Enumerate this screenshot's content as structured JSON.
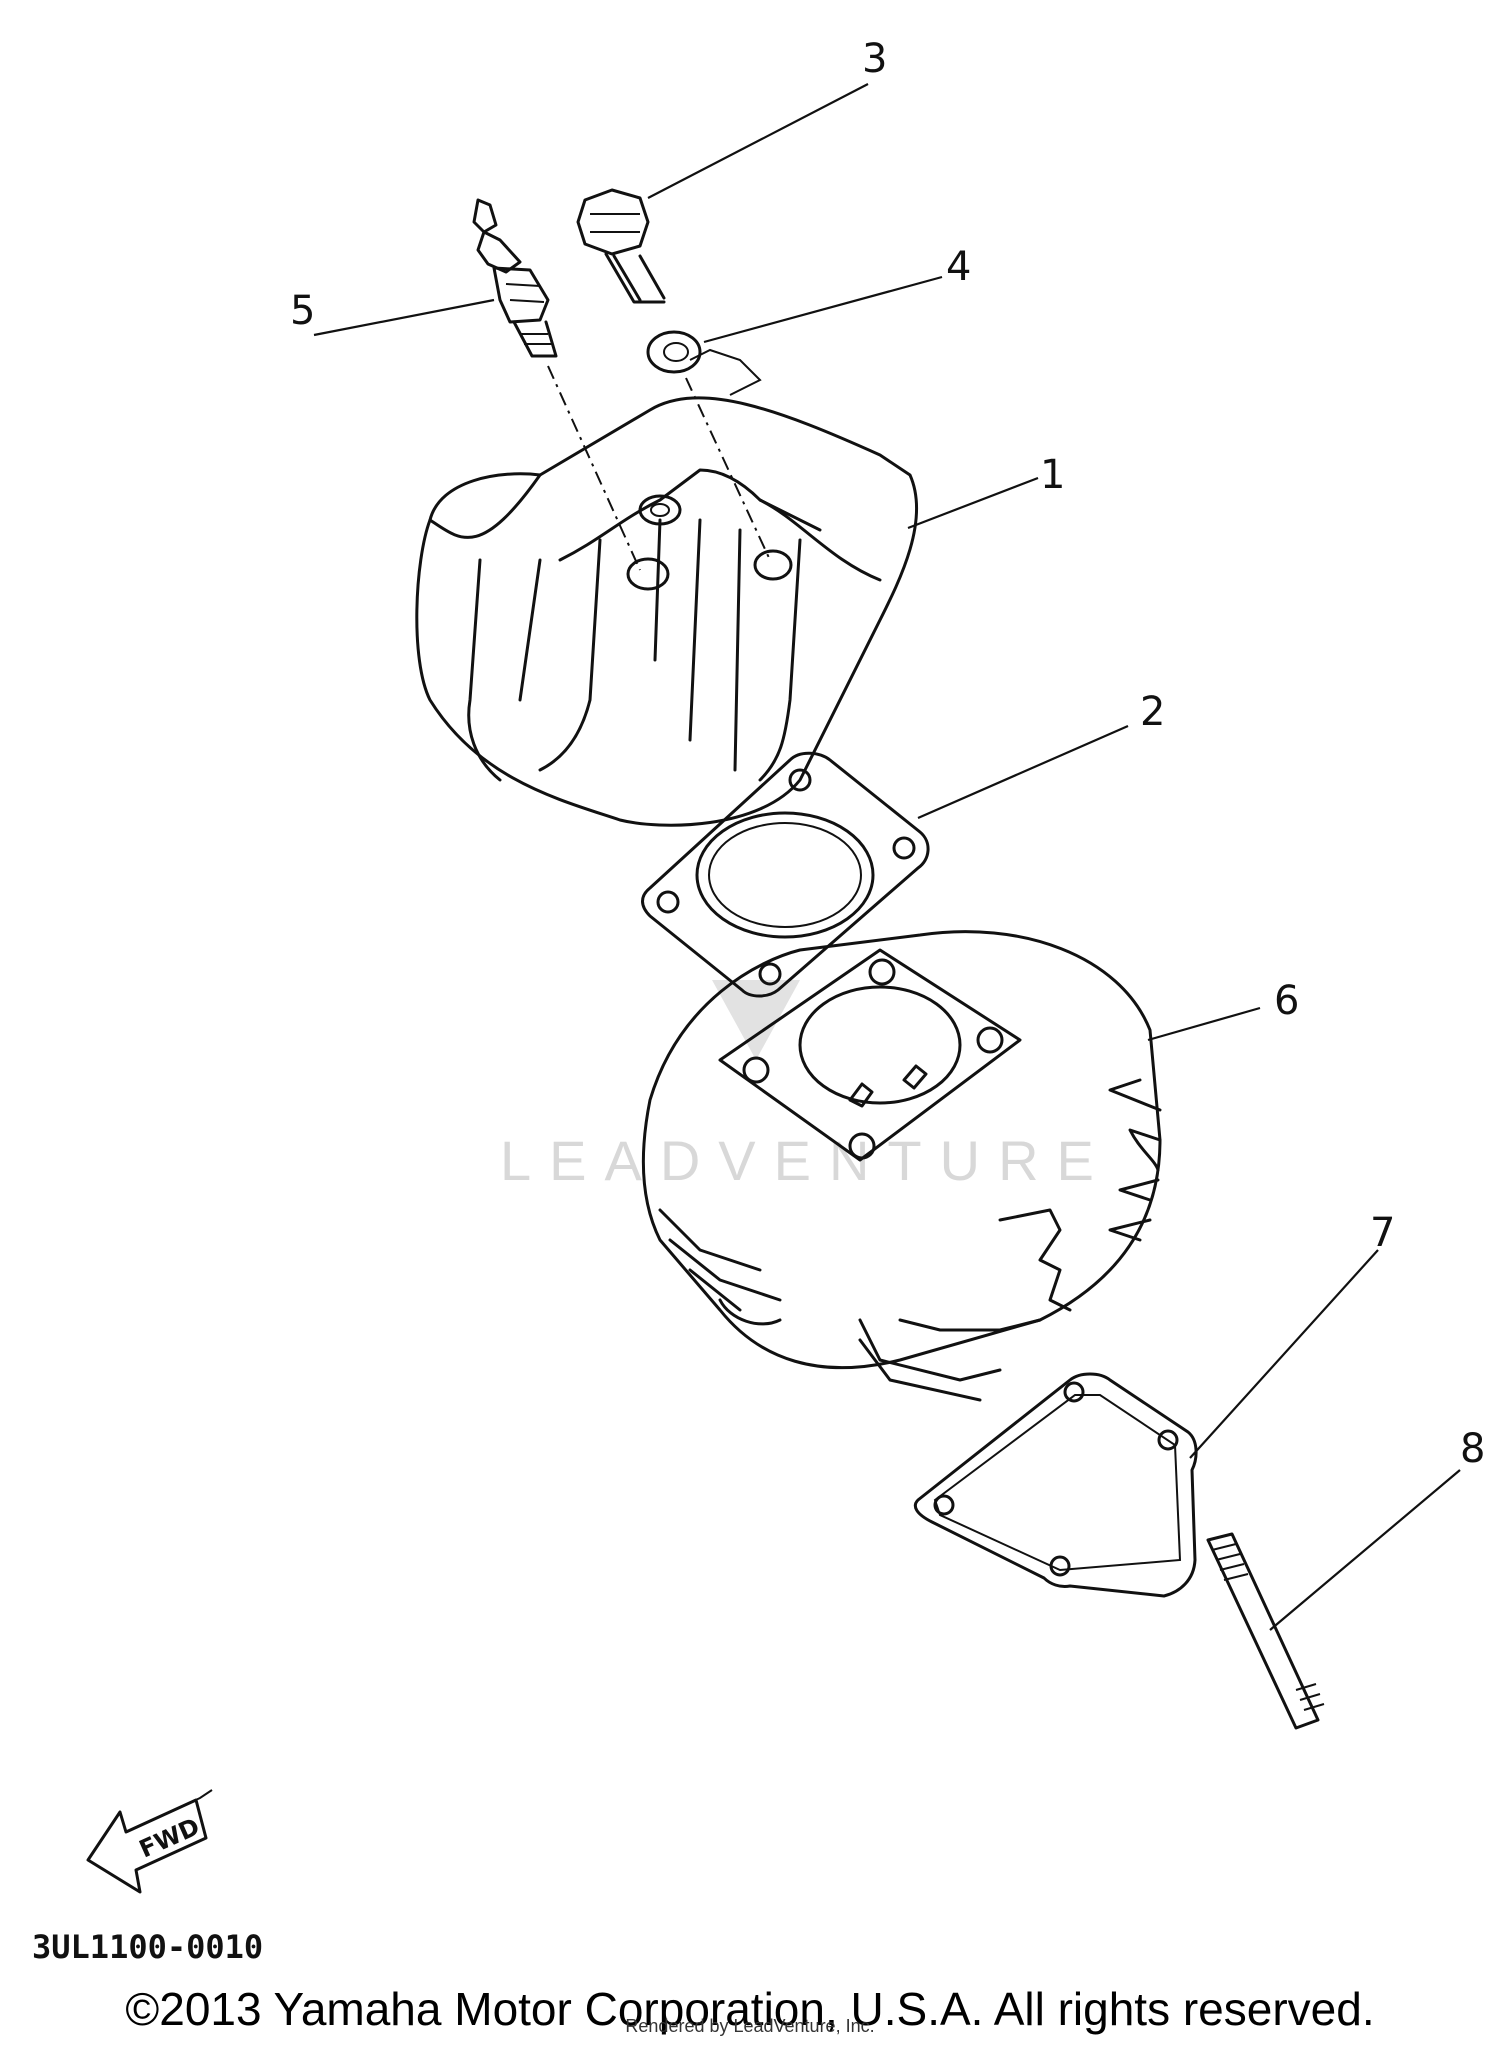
{
  "watermark": "LEADVENTURE",
  "callouts": [
    "1",
    "2",
    "3",
    "4",
    "5",
    "6",
    "7",
    "8"
  ],
  "fwd_label": "FWD",
  "diagram_code": "3UL1100-0010",
  "copyright": "©2013 Yamaha Motor Corporation, U.S.A. All rights reserved.",
  "rendered_by": "Rendered by LeadVenture, Inc."
}
